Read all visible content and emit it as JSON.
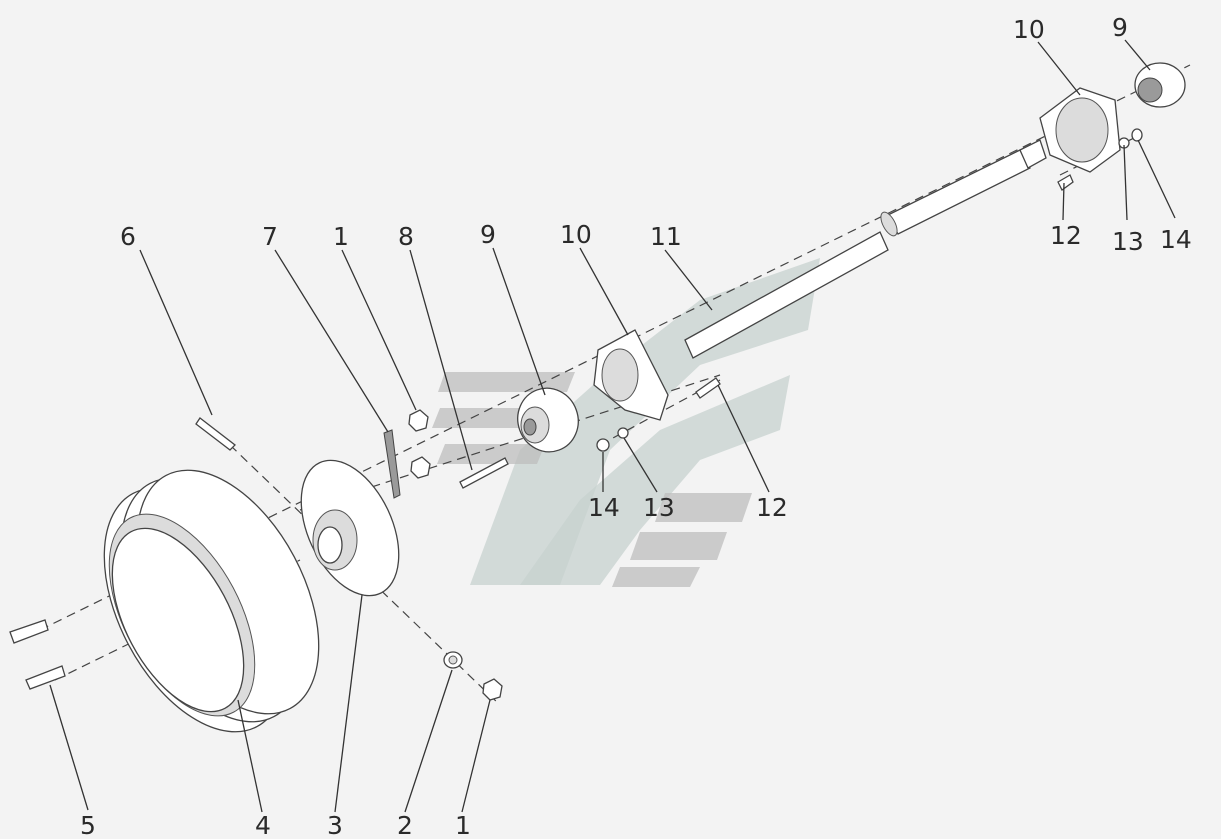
{
  "diagram": {
    "labels": {
      "l6": "6",
      "l7": "7",
      "l1a": "1",
      "l8": "8",
      "l9a": "9",
      "l10a": "10",
      "l11": "11",
      "l10b": "10",
      "l9b": "9",
      "l12a": "12",
      "l13a": "13",
      "l14a": "14",
      "l14b": "14",
      "l13b": "13",
      "l12b": "12",
      "l5": "5",
      "l4": "4",
      "l3": "3",
      "l2": "2",
      "l1b": "1"
    },
    "colors": {
      "background": "#f3f3f3",
      "part_fill": "#ffffff",
      "line": "#333333",
      "watermark_gray": "#bdbdbd",
      "watermark_green": "#c7d2cf"
    }
  }
}
